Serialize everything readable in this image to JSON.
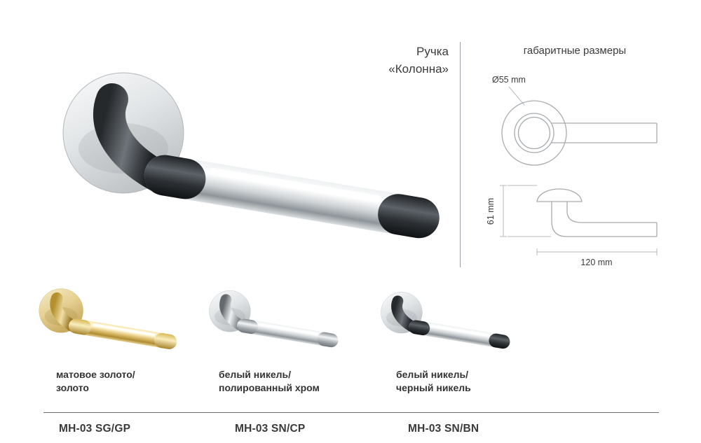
{
  "title": {
    "line1": "Ручка",
    "line2": "«Колонна»"
  },
  "dimensions": {
    "heading": "габаритные размеры",
    "diameter_label": "Ø55 mm",
    "height_label": "61 mm",
    "length_label": "120 mm"
  },
  "variants": [
    {
      "finish_line1": "матовое золото/",
      "finish_line2": "золото",
      "code": "MH-03 SG/GP"
    },
    {
      "finish_line1": "белый никель/",
      "finish_line2": "полированный хром",
      "code": "MH-03 SN/CP"
    },
    {
      "finish_line1": "белый никель/",
      "finish_line2": "черный никель",
      "code": "MH-03 SN/BN"
    }
  ],
  "colors": {
    "chrome_base": "#8e959a",
    "chrome_highlight": "#ffffff",
    "satin_nickel": "#dcdfe1",
    "black_nickel": "#2c3034",
    "gold": "#e0c272",
    "matte_gold": "#e6d194",
    "drawing_line": "#a7abaf",
    "text": "#3c3c3c"
  }
}
